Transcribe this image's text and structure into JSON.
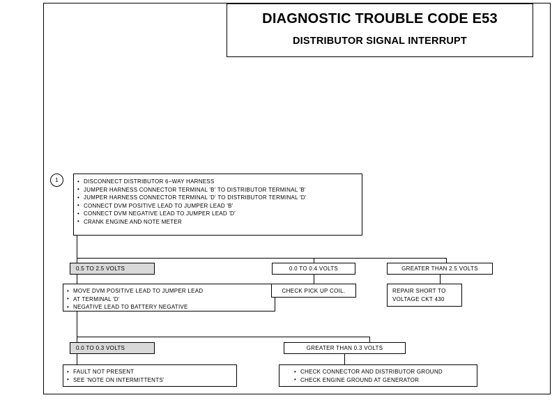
{
  "title": {
    "main": "DIAGNOSTIC TROUBLE CODE E53",
    "sub": "DISTRIBUTOR SIGNAL INTERRUPT"
  },
  "step_markers": {
    "step1": "1"
  },
  "boxes": {
    "step1_instructions": [
      "DISCONNECT DISTRIBUTOR 6−WAY HARNESS",
      "JUMPER HARNESS CONNECTOR TERMINAL 'B' TO DISTRIBUTOR TERMINAL 'B'",
      "JUMPER HARNESS CONNECTOR TERMINAL 'D' TO DISTRIBUTOR TERMINAL 'D'",
      "CONNECT DVM POSITIVE LEAD TO JUMPER LEAD 'B'",
      "CONNECT DVM NEGATIVE LEAD TO JUMPER LEAD 'D'",
      "CRANK ENGINE AND NOTE METER"
    ],
    "result_0_5_to_2_5": "0.5 TO 2.5 VOLTS",
    "result_0_0_to_0_4": "0.0 TO 0.4 VOLTS",
    "result_greater_2_5": "GREATER THAN 2.5 VOLTS",
    "action_move_dvm": [
      "MOVE DVM POSITIVE LEAD TO JUMPER LEAD",
      "AT TERMINAL 'D'",
      "NEGATIVE LEAD TO BATTERY NEGATIVE"
    ],
    "action_check_pickup": "CHECK PICK UP COIL.",
    "action_repair_short": [
      "REPAIR SHORT TO",
      "VOLTAGE CKT 430"
    ],
    "result_0_0_to_0_3": "0.0 TO 0.3 VOLTS",
    "result_greater_0_3": "GREATER THAN 0.3 VOLTS",
    "action_fault_not_present": [
      "FAULT NOT PRESENT",
      "SEE 'NOTE ON INTERMITTENTS'"
    ],
    "action_check_grounds": [
      "CHECK CONNECTOR AND DISTRIBUTOR GROUND",
      "CHECK ENGINE GROUND AT GENERATOR"
    ]
  }
}
